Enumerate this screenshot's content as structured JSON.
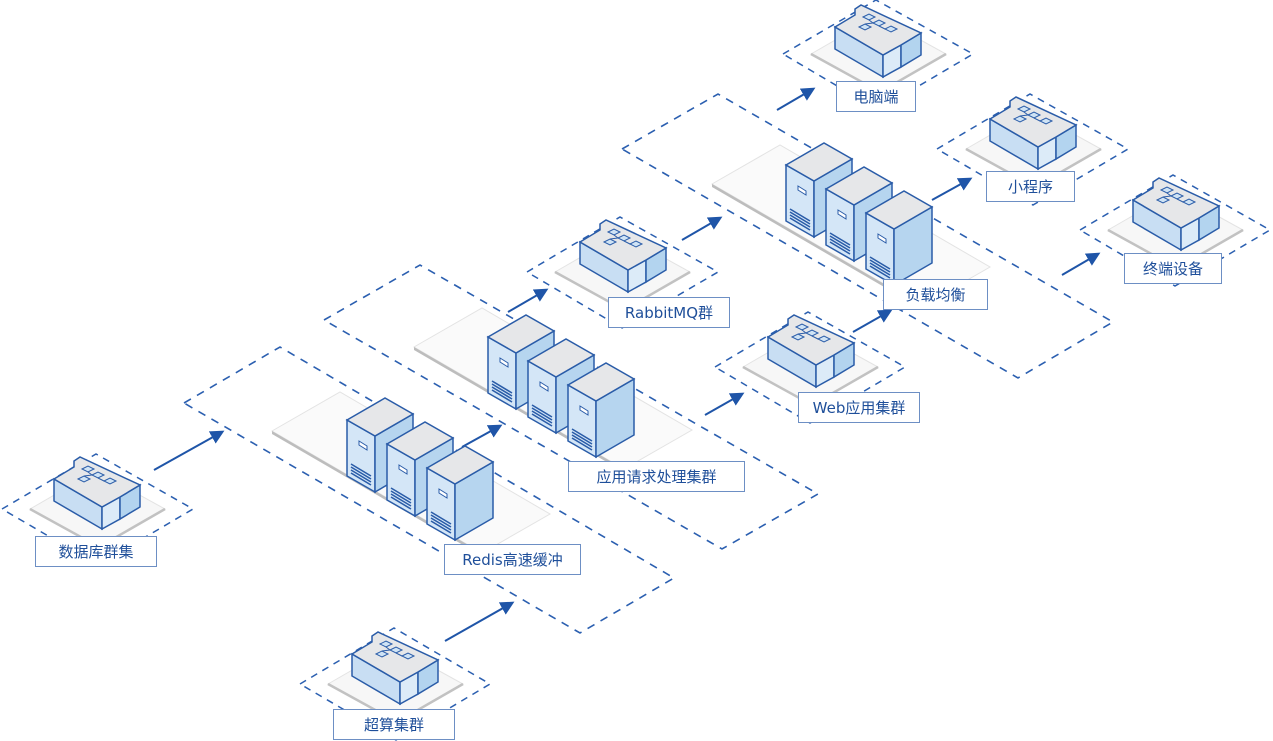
{
  "diagram": {
    "title": "",
    "colors": {
      "primary": "#1f55a8",
      "dash": "#2b5fb0",
      "server_front": "#cfe3f5",
      "server_side": "#b3d4ef",
      "server_top": "#e7e8ea",
      "platform": "#f7f7f7",
      "platform_edge": "#bdbdbd",
      "label_text": "#1f4f9a",
      "label_border": "#6d8fc4"
    },
    "nodes": [
      {
        "id": "db",
        "label": "数据库群集",
        "type": "building"
      },
      {
        "id": "hpc",
        "label": "超算集群",
        "type": "building"
      },
      {
        "id": "redis",
        "label": "Redis高速缓冲",
        "type": "server-cluster"
      },
      {
        "id": "app",
        "label": "应用请求处理集群",
        "type": "server-cluster"
      },
      {
        "id": "mq",
        "label": "RabbitMQ群",
        "type": "building"
      },
      {
        "id": "web",
        "label": "Web应用集群",
        "type": "building"
      },
      {
        "id": "lb",
        "label": "负载均衡",
        "type": "server-cluster"
      },
      {
        "id": "pc",
        "label": "电脑端",
        "type": "building"
      },
      {
        "id": "mini",
        "label": "小程序",
        "type": "building"
      },
      {
        "id": "terminal",
        "label": "终端设备",
        "type": "building"
      }
    ],
    "edges": [
      {
        "from": "db",
        "to": "redis"
      },
      {
        "from": "hpc",
        "to": "redis"
      },
      {
        "from": "redis",
        "to": "app"
      },
      {
        "from": "app",
        "to": "mq"
      },
      {
        "from": "app",
        "to": "web"
      },
      {
        "from": "mq",
        "to": "lb"
      },
      {
        "from": "web",
        "to": "lb"
      },
      {
        "from": "lb",
        "to": "pc"
      },
      {
        "from": "lb",
        "to": "mini"
      },
      {
        "from": "lb",
        "to": "terminal"
      }
    ]
  }
}
